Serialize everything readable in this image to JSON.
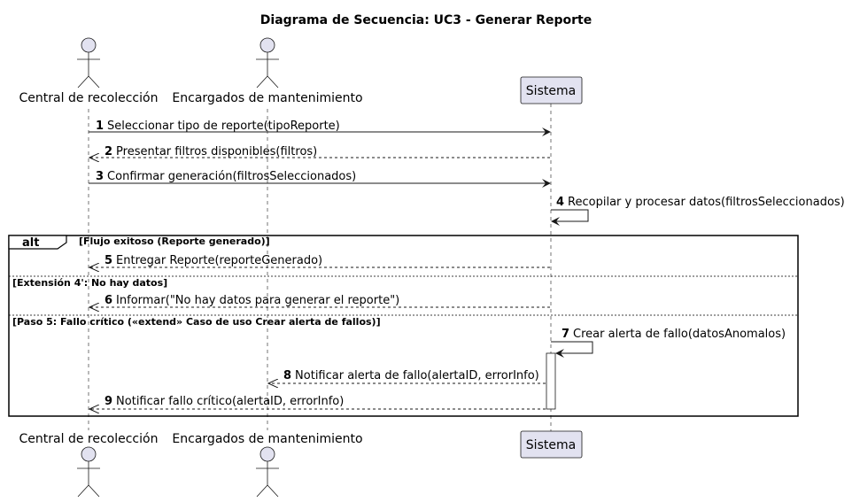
{
  "title": "Diagrama de Secuencia: UC3 - Generar Reporte",
  "participants": [
    {
      "id": "central",
      "label": "Central de recolección",
      "kind": "actor"
    },
    {
      "id": "mantenimiento",
      "label": "Encargados de mantenimiento",
      "kind": "actor"
    },
    {
      "id": "sistema",
      "label": "Sistema",
      "kind": "participant"
    }
  ],
  "messages": [
    {
      "num": "1",
      "text": "Seleccionar tipo de reporte(tipoReporte)",
      "from": "central",
      "to": "sistema",
      "style": "solid"
    },
    {
      "num": "2",
      "text": "Presentar filtros disponibles(filtros)",
      "from": "sistema",
      "to": "central",
      "style": "dashed"
    },
    {
      "num": "3",
      "text": "Confirmar generación(filtrosSeleccionados)",
      "from": "central",
      "to": "sistema",
      "style": "solid"
    },
    {
      "num": "4",
      "text": "Recopilar y procesar datos(filtrosSeleccionados)",
      "from": "sistema",
      "to": "sistema",
      "style": "self"
    },
    {
      "num": "5",
      "text": "Entregar Reporte(reporteGenerado)",
      "from": "sistema",
      "to": "central",
      "style": "dashed"
    },
    {
      "num": "6",
      "text": "Informar(\"No hay datos para generar el reporte\")",
      "from": "sistema",
      "to": "central",
      "style": "dashed"
    },
    {
      "num": "7",
      "text": "Crear alerta de fallo(datosAnomalos)",
      "from": "sistema",
      "to": "sistema",
      "style": "self"
    },
    {
      "num": "8",
      "text": "Notificar alerta de fallo(alertaID, errorInfo)",
      "from": "sistema",
      "to": "mantenimiento",
      "style": "dashed"
    },
    {
      "num": "9",
      "text": "Notificar fallo crítico(alertaID, errorInfo)",
      "from": "sistema",
      "to": "central",
      "style": "dashed"
    }
  ],
  "fragment": {
    "type": "alt",
    "sections": [
      "[Flujo exitoso (Reporte generado)]",
      "[Extensión 4': No hay datos]",
      "[Paso 5: Fallo crítico («extend» Caso de uso Crear alerta de fallos)]"
    ]
  },
  "colors": {
    "participant_fill": "#E2E2F0",
    "participant_border": "#181818",
    "lifeline": "#181818",
    "arrow": "#181818"
  }
}
